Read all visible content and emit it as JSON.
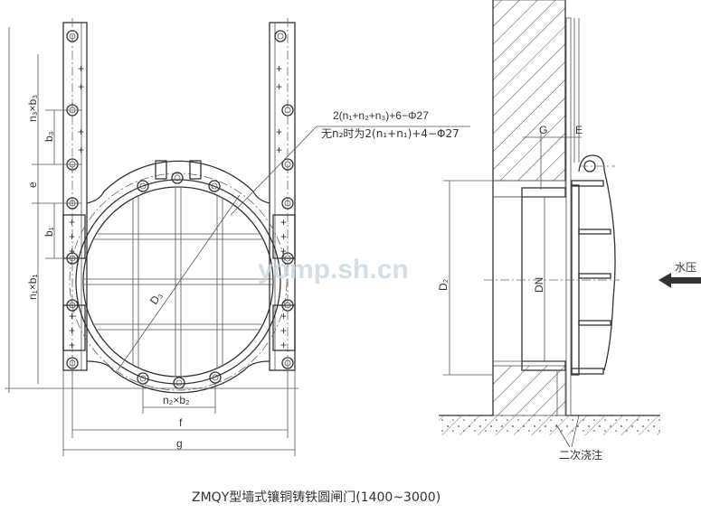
{
  "title": "ZMQY型墙式镶铜铸铁圆闸门(1400~3000)",
  "watermark": "yomp.sh.cn",
  "front_view": {
    "bolt_note_line1": "2(n₁+n₂+n₃)+6−Φ27",
    "bolt_note_line2": "无n₂时为2(n₁+n₁)+4−Φ27",
    "dim_n3b3": "n₃×b₃",
    "dim_b3": "b₃",
    "dim_e": "e",
    "dim_b1": "b₁",
    "dim_n1b1": "n₁×b₁",
    "dim_d3": "D₃",
    "dim_n2b2": "n₂×b₂",
    "dim_f": "f",
    "dim_g": "g"
  },
  "side_view": {
    "dim_G": "G",
    "dim_E": "E",
    "dim_d2": "D₂",
    "dim_dn": "DN",
    "water_pressure": "水压",
    "secondary_grouting": "二次浇注"
  }
}
